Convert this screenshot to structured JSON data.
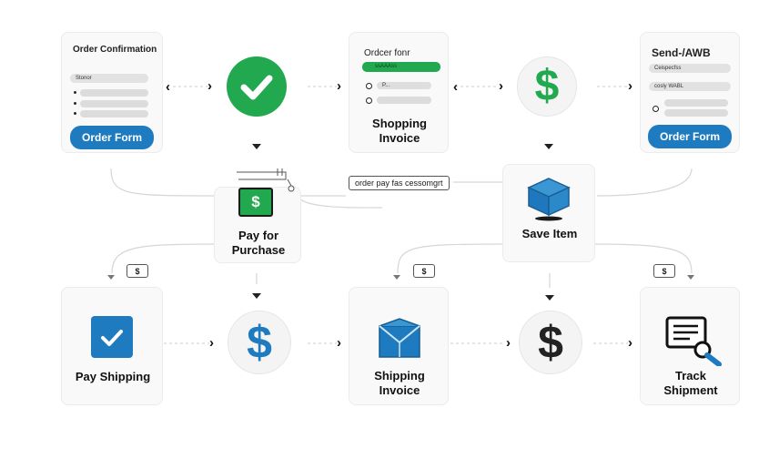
{
  "cards": {
    "order_confirmation": {
      "title": "Order Confirmation",
      "field_label": "Stonor",
      "button": "Order Form"
    },
    "order_form": {
      "title": "Ordcer fonr",
      "bar_label": "ssAAAss",
      "radio_label": "P..."
    },
    "send_awb": {
      "title": "Send-/AWB",
      "field1": "Ceispecfss",
      "field2": "cosly WABL",
      "button": "Order Form"
    }
  },
  "labels": {
    "shopping_invoice": "Shopping Invoice",
    "pay_for_purchase": "Pay for Purchase",
    "save_item": "Save Item",
    "pay_shipping": "Pay Shipping",
    "shipping_invoice": "Shipping Invoice",
    "track_shipment": "Track Shipment"
  },
  "note": "order pay fas cessomgrt",
  "chips": [
    "$",
    "$",
    "$"
  ],
  "symbols": {
    "dollar": "$",
    "check": "✓"
  },
  "colors": {
    "green": "#22a94f",
    "blue": "#1e7bbf",
    "dark": "#232323",
    "card_bg": "#f9f9f9"
  },
  "icons": [
    "check-circle-icon",
    "dollar-circle-icon",
    "dollar-box-icon",
    "cube-icon",
    "checkbox-icon",
    "envelope-icon",
    "document-search-icon"
  ]
}
